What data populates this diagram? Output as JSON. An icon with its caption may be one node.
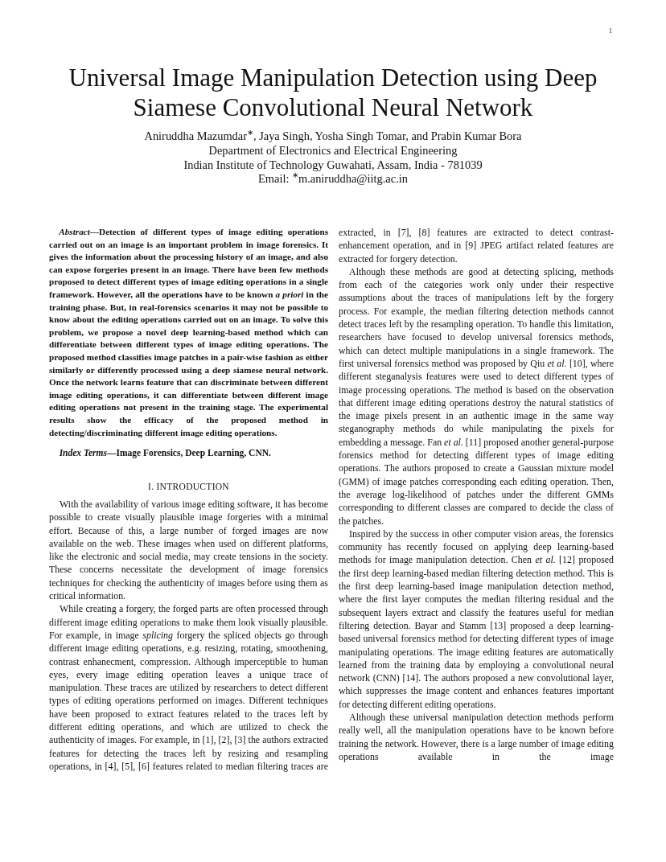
{
  "diagram": {
    "title": "Universal Image Manipulation Detection using Deep Siamese Convolutional Neural Network",
    "labels": [
      "1",
      "Aniruddha Mazumdar$^{∗}$, Jaya Singh, Yosha Singh Tomar, and Prabin Kumar Bora",
      "Department of Electronics and Electrical Engineering",
      "Indian Institute of Technology Guwahati, Assam, India - 781039",
      "Email: $^{∗}$m.aniruddha@iitg.ac.in",
      "*Abstract*—Detection of different types of image editing operations carried out on an image is an important problem in image forensics. It gives the information about the processing history of an image, and also can expose forgeries present in an image. There have been few methods proposed to detect different types of image editing operations in a single framework. However, all the operations have to be known *a priori* in the training phase. But, in real-forensics scenarios it may not be possible to know about the editing operations carried out on an image. To solve this problem, we propose a novel deep learning-based method which can differentiate between different types of image editing operations. The proposed method classifies image patches in a pair-wise fashion as either similarly or differently processed using a deep siamese neural network. Once the network learns feature that can discriminate between different image editing operations, it can differentiate between different image editing operations not present in the training stage. The experimental results show the efficacy of the proposed method in detecting/discriminating different image editing operations.",
      "*Index Terms*—Image Forensics, Deep Learning, CNN.",
      "I. INTRODUCTION",
      "With the availability of various image editing software, it has become possible to create visually plausible image forgeries with a minimal effort. Because of this, a large number of forged images are now available on the web. These images when used on different platforms, like the electronic and social media, may create tensions in the society. These concerns necessitate the development of image forensics techniques for checking the authenticity of images before using them as critical information.",
      "While creating a forgery, the forged parts are often processed through different image editing operations to make them look visually plausible. For example, in image *splicing* forgery the spliced objects go through different image editing operations, e.g. resizing, rotating, smoothening, contrast enhanecment, compression. Although imperceptible to human eyes, every image editing operation leaves a unique trace of manipulation. These traces are utilized by researchers to detect different types of editing operations performed on images. Different techniques have been proposed to extract features related to the traces left by different editing operations, and which are utilized to check the authenticity of images. For example, in [1], [2], [3] the authors extracted features for detecting the traces left by resizing and resampling operations, in [4], [5], [6] features related to median filtering traces are",
      "extracted, in [7], [8] features are extracted to detect contrast-enhancement operation, and in [9] JPEG artifact related features are extracted for forgery detection.",
      "Although these methods are good at detecting splicing, methods from each of the categories work only under their respective assumptions about the traces of manipulations left by the forgery process. For example, the median filtering detection methods cannot detect traces left by the resampling operation. To handle this limitation, researchers have focused to develop universal forensics methods, which can detect multiple manipulations in a single framework. The first universal forensics method was proposed by Qiu *et al.* [10], where different steganalysis features were used to detect different types of image processing operations. The method is based on the observation that different image editing operations destroy the natural statistics of the image pixels present in an authentic image in the same way steganography methods do while manipulating the pixels for embedding a message. Fan *et al.* [11] proposed another general-purpose forensics method for detecting different types of image editing operations. The authors proposed to create a Gaussian mixture model (GMM) of image patches corresponding each editing operation. Then, the average log-likelihood of patches under the different GMMs corresponding to different classes are compared to decide the class of the patches.",
      "Inspired by the success in other computer vision areas, the forensics community has recently focused on applying deep learning-based methods for image manipulation detection. Chen *et al.* [12] proposed the first deep learning-based median filtering detection method. This is the first deep learning-based image manipulation detection method, where the first layer computes the median filtering residual and the subsequent layers extract and classify the features useful for median filtering detection. Bayar and Stamm [13] proposed a deep learning-based universal forensics method for detecting different types of image manipulating operations. The image editing features are automatically learned from the training data by employing a convolutional neural network (CNN) [14]. The authors proposed a new convolutional layer, which suppresses the image content and enhances features important for detecting different editing operations.",
      "Although these universal manipulation detection methods perform really well, all the manipulation operations have to be known before training the network. However, there is a large number of image editing operations available in the image"
    ]
  }
}
